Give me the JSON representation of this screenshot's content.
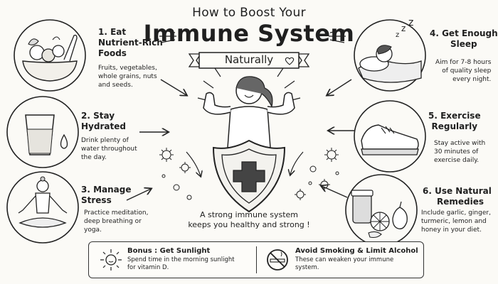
{
  "title": {
    "line1": "How to Boost Your",
    "line2": "Immune System",
    "ribbon": "Naturally"
  },
  "tips": [
    {
      "number": "1.",
      "title": "Eat Nutrient-Rich Foods",
      "title_lines": [
        "1. Eat",
        "Nutrient-Rich",
        "Foods"
      ],
      "text_lines": [
        "Fruits, vegetables,",
        "whole grains, nuts",
        "and seeds."
      ],
      "icon": "fruit-bowl-icon"
    },
    {
      "number": "2.",
      "title": "Stay Hydrated",
      "title_lines": [
        "2. Stay",
        "Hydrated"
      ],
      "text_lines": [
        "Drink plenty of",
        "water throughout",
        "the day."
      ],
      "icon": "water-glass-icon"
    },
    {
      "number": "3.",
      "title": "Manage Stress",
      "title_lines": [
        "3. Manage",
        "Stress"
      ],
      "text_lines": [
        "Practice meditation,",
        "deep breathing or",
        "yoga."
      ],
      "icon": "meditation-icon"
    },
    {
      "number": "4.",
      "title": "Get Enough Sleep",
      "title_lines": [
        "4. Get Enough",
        "Sleep"
      ],
      "text_lines": [
        "Aim for 7-8 hours",
        "of quality sleep",
        "every night."
      ],
      "icon": "sleeping-person-icon"
    },
    {
      "number": "5.",
      "title": "Exercise Regularly",
      "title_lines": [
        "5. Exercise",
        "Regularly"
      ],
      "text_lines": [
        "Stay active with",
        "30 minutes of",
        "exercise daily."
      ],
      "icon": "sneaker-icon"
    },
    {
      "number": "6.",
      "title": "Use Natural Remedies",
      "title_lines": [
        "6. Use Natural",
        "Remedies"
      ],
      "text_lines": [
        "Include garlic, ginger,",
        "turmeric, lemon and",
        "honey in your diet."
      ],
      "icon": "remedies-icon"
    }
  ],
  "center": {
    "message_lines": [
      "A strong immune system",
      "keeps you healthy and strong !"
    ],
    "icon": "strong-woman-shield-icon"
  },
  "bottom": {
    "bonus": {
      "title": "Bonus :  Get Sunlight",
      "text_lines": [
        "Spend time in the morning sunlight",
        "for vitamin D."
      ],
      "icon": "sun-icon"
    },
    "avoid": {
      "title": "Avoid Smoking & Limit Alcohol",
      "text_lines": [
        "These can weaken your immune",
        "system."
      ],
      "icon": "no-smoking-icon"
    }
  },
  "colors": {
    "ink": "#1f1f1f",
    "paper": "#fbfaf6"
  }
}
